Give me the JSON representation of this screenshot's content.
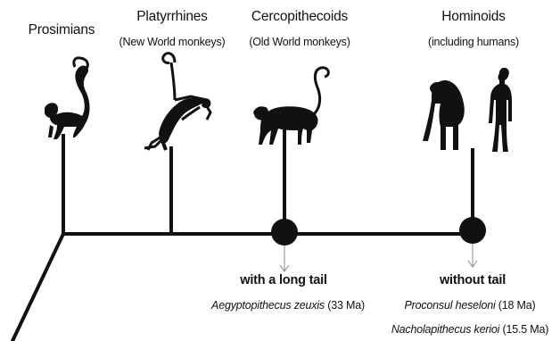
{
  "groups": {
    "prosimians": {
      "title": "Prosimians"
    },
    "platyrrhines": {
      "title": "Platyrrhines",
      "subtitle": "(New World monkeys)"
    },
    "cercopithecoids": {
      "title": "Cercopithecoids",
      "subtitle": "(Old World monkeys)"
    },
    "hominoids": {
      "title": "Hominoids",
      "subtitle": "(including humans)"
    }
  },
  "nodes": {
    "long_tail": {
      "trait": "with a long tail",
      "fossils": [
        {
          "name": "Aegyptopithecus zeuxis",
          "age": " (33 Ma)"
        }
      ]
    },
    "without_tail": {
      "trait": "without tail",
      "fossils": [
        {
          "name": "Proconsul heseloni",
          "age": " (18 Ma)"
        },
        {
          "name": "Nacholapithecus kerioi",
          "age": " (15.5 Ma)"
        }
      ]
    }
  },
  "icons": [
    "lemur-silhouette-icon",
    "spider-monkey-silhouette-icon",
    "macaque-silhouette-icon",
    "chimpanzee-silhouette-icon",
    "human-silhouette-icon"
  ],
  "colors": {
    "ink": "#111111",
    "arrow": "#888888"
  }
}
